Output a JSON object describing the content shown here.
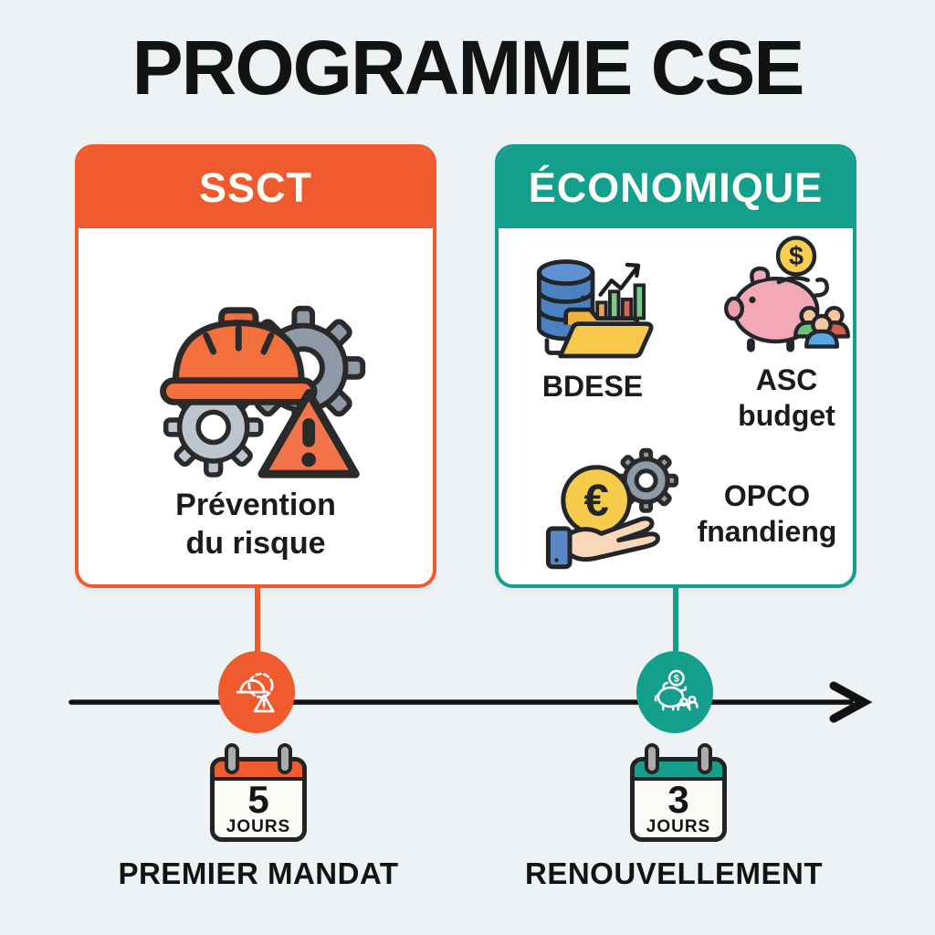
{
  "title": "PROGRAMME CSE",
  "colors": {
    "background": "#EDF3F4",
    "orange": "#EF5B2E",
    "teal": "#149E8C",
    "ink": "#131313",
    "card_background": "#FFFFFF"
  },
  "icons": {
    "dollar": "$",
    "euro": "€"
  },
  "cards": {
    "ssct": {
      "header": "SSCT",
      "icon": "helmet-gear-warning-icon",
      "caption": {
        "line1": "Prévention",
        "line2": "du risque"
      }
    },
    "economique": {
      "header": "ÉCONOMIQUE",
      "items": {
        "bdese": {
          "icon": "database-chart-folder-icon",
          "label": "BDESE"
        },
        "asc": {
          "icon": "piggy-bank-people-icon",
          "line1": "ASC",
          "line2": "budget"
        },
        "opco": {
          "icon": "euro-gear-hand-icon",
          "line1": "OPCO",
          "line2": "fnandieng"
        }
      }
    }
  },
  "timeline": {
    "milestones": [
      {
        "id": "premier-mandat",
        "marker_icon": "helmet-gear-warning-outline-icon",
        "calendar_number": "5",
        "calendar_unit": "JOURS",
        "label": "PREMIER MANDAT"
      },
      {
        "id": "renouvellement",
        "marker_icon": "piggy-bank-outline-icon",
        "calendar_number": "3",
        "calendar_unit": "JOURS",
        "label": "RENOUVELLEMENT"
      }
    ]
  }
}
